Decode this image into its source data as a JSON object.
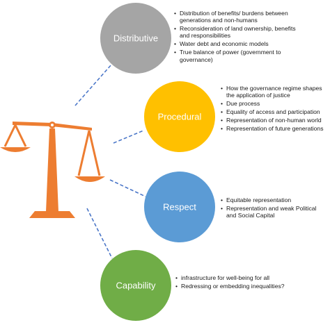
{
  "colors": {
    "scale": "#ED7D31",
    "connector": "#4A76C8",
    "distributive": "#A5A5A5",
    "procedural": "#FFC000",
    "respect": "#5B9BD5",
    "capability": "#70AD47"
  },
  "icons": {
    "scale": "balance-scale-icon"
  },
  "nodes": [
    {
      "label": "Distributive",
      "items": [
        "Distribution of benefits/  burdens between generations and non-humans",
        "Reconsideration of land ownership, benefits and responsibilities",
        "Water debt and economic models",
        "True balance of power (government to governance)"
      ]
    },
    {
      "label": "Procedural",
      "items": [
        "How the governance regime shapes the application of justice",
        "Due process",
        "Equality of access and participation",
        "Representation of non-human world",
        "Representation of future generations"
      ]
    },
    {
      "label": "Respect",
      "items": [
        "Equitable representation",
        " Representation and weak Political and Social Capital"
      ]
    },
    {
      "label": "Capability",
      "items": [
        "infrastructure for well-being for all",
        "Redressing or embedding inequalities?"
      ]
    }
  ]
}
